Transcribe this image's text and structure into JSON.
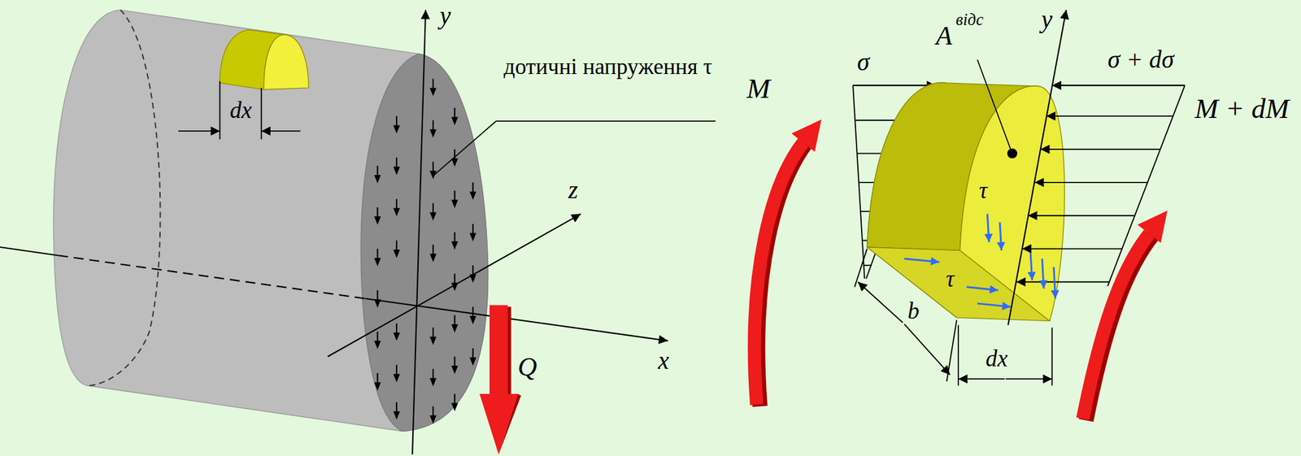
{
  "diagram": {
    "labels": [
      "y",
      "дотичні напруження τ",
      "dx",
      "z",
      "x",
      "Q",
      "σ",
      "A",
      "відс",
      "y",
      "σ + dσ",
      "M",
      "M + dM",
      "τ",
      "τ",
      "b",
      "dx"
    ]
  }
}
